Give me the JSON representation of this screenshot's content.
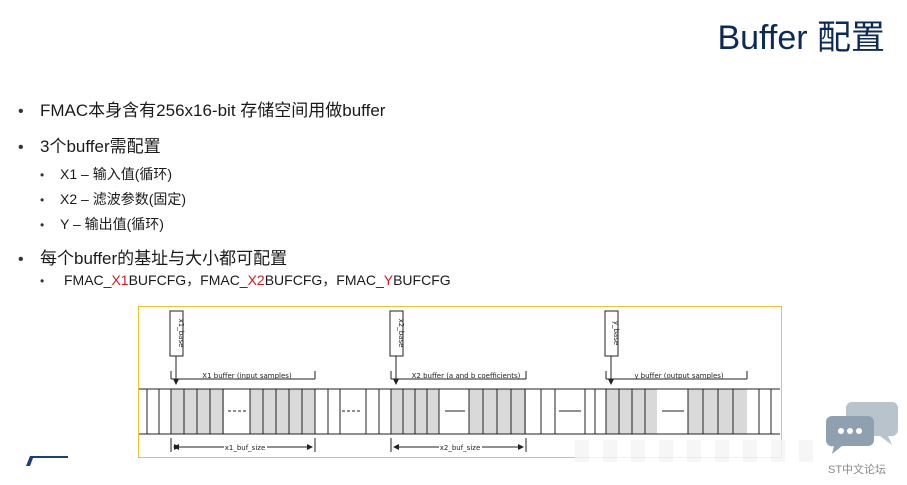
{
  "slide": {
    "title": "Buffer 配置"
  },
  "bullets": {
    "b1": "FMAC本身含有256x16-bit 存储空间用做buffer",
    "b2": "3个buffer需配置",
    "b2_sub": [
      "X1 – 输入值(循环)",
      "X2 – 滤波参数(固定)",
      "Y – 输出值(循环)"
    ],
    "b3": "每个buffer的基址与大小都可配置",
    "registers": {
      "r1_pre": "FMAC_",
      "r1_hl": "X1",
      "r1_post": "BUFCFG",
      "sep": "，",
      "r2_pre": "FMAC_",
      "r2_hl": "X2",
      "r2_post": "BUFCFG",
      "r3_pre": "FMAC_",
      "r3_hl": "Y",
      "r3_post": "BUFCFG"
    }
  },
  "diagram": {
    "base_labels": [
      "x1_base",
      "x2_base",
      "y_base"
    ],
    "buffer_labels": [
      "X1 buffer (input samples)",
      "X2 buffer (a and b coefficients)",
      "y buffer (output samples)"
    ],
    "size_labels": [
      "x1_buf_size",
      "x2_buf_size"
    ],
    "fill_color": "#d9d9d9",
    "border_color": "#f2c230"
  },
  "watermark": {
    "text": "ST中文论坛",
    "icon": "chat-bubbles-icon"
  },
  "colors": {
    "title": "#0b2a55",
    "highlight": "#e0161b",
    "st_logo": "#1b3f7a"
  }
}
